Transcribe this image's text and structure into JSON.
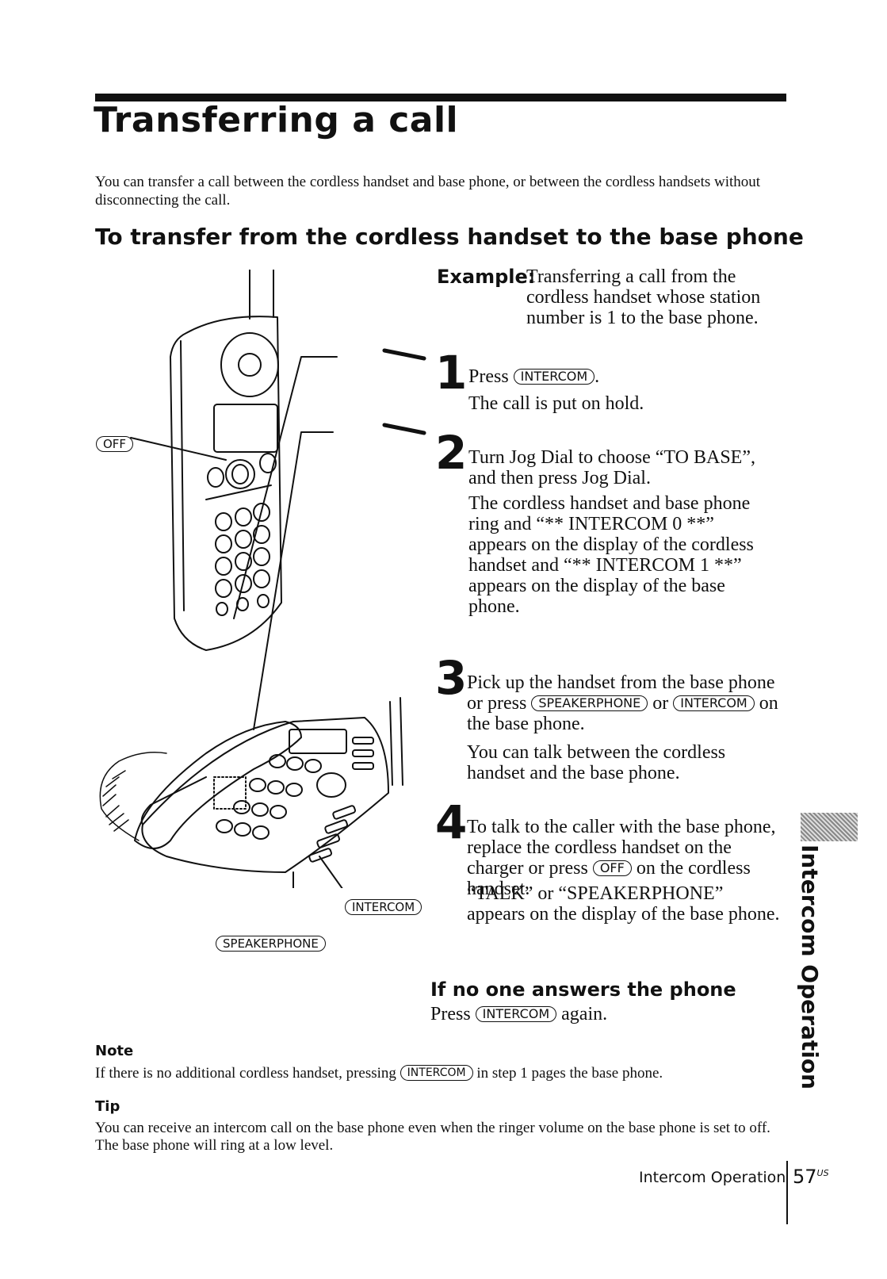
{
  "title": "Transferring a call",
  "intro": "You can transfer a call between the cordless handset and base phone, or between the cordless handsets without disconnecting the call.",
  "subheading": "To transfer from the cordless handset to the base phone",
  "example": {
    "label": "Example:",
    "text": "Transferring a call from the cordless handset whose station number is 1 to the base phone."
  },
  "keys": {
    "intercom": "INTERCOM",
    "off": "OFF",
    "speakerphone": "SPEAKERPHONE"
  },
  "steps": [
    {
      "num": "1",
      "a_pre": "Press",
      "a_post": ".",
      "b": "The call is put on hold."
    },
    {
      "num": "2",
      "a": "Turn Jog Dial to choose “TO BASE”, and then press Jog Dial.",
      "b": "The cordless handset and base phone ring and “** INTERCOM 0 **” appears on the display of the cordless handset and “** INTERCOM 1 **” appears on the display of the base phone."
    },
    {
      "num": "3",
      "a_pre": "Pick up the handset from the base phone or press",
      "a_mid": "or",
      "a_post": "on the base phone.",
      "b": "You can talk between the cordless handset and the base phone."
    },
    {
      "num": "4",
      "a_pre": "To talk to the caller with the base phone, replace the cordless handset on the charger or press",
      "a_post": "on the cordless handset.",
      "b": "“TALK” or “SPEAKERPHONE” appears on the display of the base phone."
    }
  ],
  "no_answer": {
    "heading": "If no one answers the phone",
    "pre": "Press",
    "post": "again."
  },
  "note": {
    "heading": "Note",
    "pre": "If there is no additional cordless handset, pressing",
    "post": "in step 1 pages the base phone."
  },
  "tip": {
    "heading": "Tip",
    "text": "You can receive an intercom call on the base phone even when the ringer volume on the base phone is set to off. The base phone will ring at a low level."
  },
  "footer": {
    "section": "Intercom Operation",
    "page": "57",
    "page_suffix": "US"
  },
  "side_label": "Intercom Operation"
}
